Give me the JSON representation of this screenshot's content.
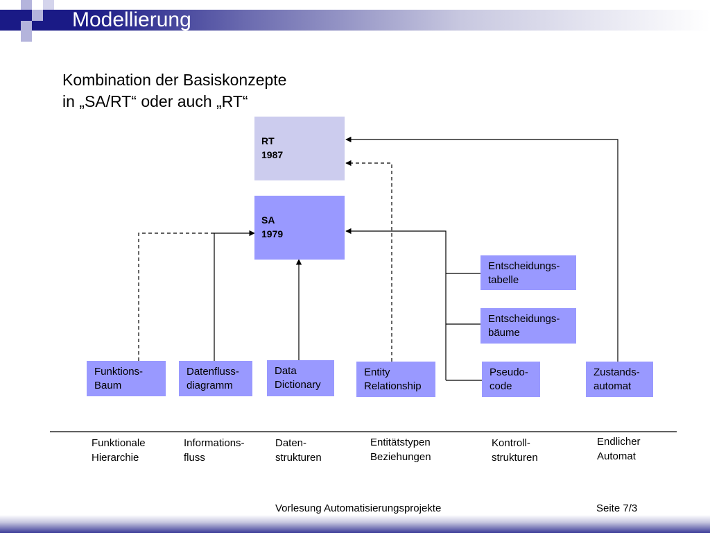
{
  "header": {
    "title": "Modellierung"
  },
  "subtitle": {
    "line1": "Kombination der Basiskonzepte",
    "line2": "in „SA/RT“ oder auch „RT“"
  },
  "boxes": {
    "rt": {
      "line1": "RT",
      "line2": "1987"
    },
    "sa": {
      "line1": "SA",
      "line2": "1979"
    },
    "funktionsbaum": {
      "line1": "Funktions-",
      "line2": "Baum"
    },
    "datenflussdiagramm": {
      "line1": "Datenfluss-",
      "line2": "diagramm"
    },
    "data_dictionary": {
      "line1": "Data",
      "line2": "Dictionary"
    },
    "entity_relationship": {
      "line1": "Entity",
      "line2": "Relationship"
    },
    "pseudocode": {
      "line1": "Pseudo-",
      "line2": "code"
    },
    "zustandsautomat": {
      "line1": "Zustands-",
      "line2": "automat"
    },
    "entscheidungstabelle": {
      "line1": "Entscheidungs-",
      "line2": "tabelle"
    },
    "entscheidungsbaeume": {
      "line1": "Entscheidungs-",
      "line2": "bäume"
    }
  },
  "concepts": {
    "funktionale_hierarchie": {
      "line1": "Funktionale",
      "line2": "Hierarchie"
    },
    "informationsfluss": {
      "line1": "Informations-",
      "line2": "fluss"
    },
    "datenstrukturen": {
      "line1": "Daten-",
      "line2": "strukturen"
    },
    "entitaetstypen": {
      "line1": "Entitätstypen",
      "line2": "Beziehungen"
    },
    "kontrollstrukturen": {
      "line1": "Kontroll-",
      "line2": "strukturen"
    },
    "endlicher_automat": {
      "line1": "Endlicher",
      "line2": "Automat"
    }
  },
  "footer": {
    "course": "Vorlesung Automatisierungsprojekte",
    "page": "Seite 7/3"
  },
  "colors": {
    "header_navy": "#1a1a86",
    "box_blue": "#9999ff",
    "rt_box": "#ccccee",
    "logo_light": "#b4b4dc"
  }
}
